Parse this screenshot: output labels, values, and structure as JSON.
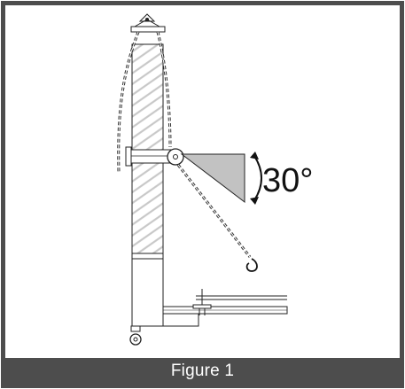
{
  "figure": {
    "caption": "Figure 1",
    "angle_label": "30°",
    "angle_degrees": 30
  }
}
